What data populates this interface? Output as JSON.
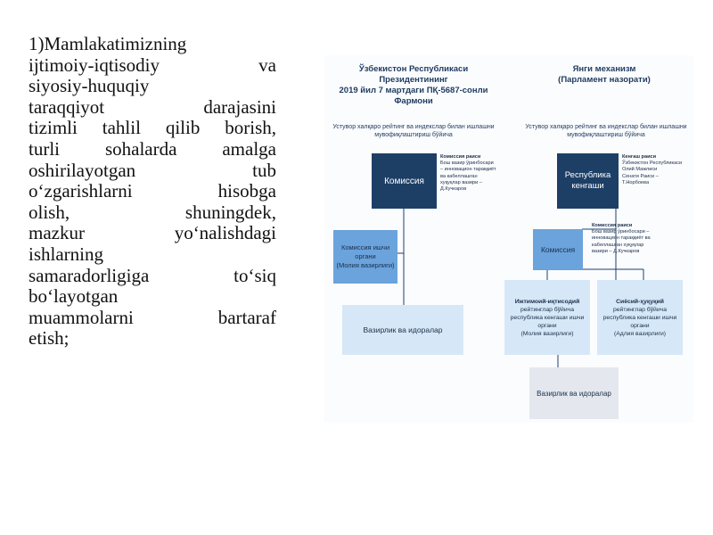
{
  "text_block": {
    "lines": [
      "1)Mamlakatimizning",
      "ijtimoiy-iqtisodiy          va",
      "siyosiy-huquqiy",
      "taraqqiyot          darajasini",
      "tizimli tahlil qilib borish,",
      "turli   sohalarda   amalga",
      "oshirilayotgan          tub",
      "o‘zgarishlarni      hisobga",
      "olish,             shuningdek,",
      "mazkur       yo‘nalishdagi",
      "ishlarning",
      "samaradorligiga    to‘siq",
      "bo‘layotgan",
      "muammolarni       bartaraf",
      "etish;"
    ]
  },
  "diagram": {
    "left_header": [
      "Ўзбекистон Республикаси Президентининг",
      "2019 йил 7 мартдаги ПҚ-5687-сонли Фармони"
    ],
    "right_header": [
      "Янги механизм",
      "(Парламент назорати)"
    ],
    "left_subtitle": [
      "Устувор халқаро рейтинг ва индекслар билан ишлашни",
      "мувофиқлаштириш бўйича"
    ],
    "right_subtitle": [
      "Устувор халқаро рейтинг ва индекслар билан ишлашни",
      "мувофиқлаштириш бўйича"
    ],
    "left_main_box": "Комиссия",
    "left_main_note": {
      "title": "Комиссия раиси",
      "lines": [
        "Бош вазир ўринбосари",
        "– инновацион тараққиёт",
        "ва кабеллашган",
        "хуқуқлар вазири –",
        "Д.Кучкаров"
      ]
    },
    "left_work_box": [
      "Комиссия ишчи",
      "органи",
      "(Молия вазирлиги)"
    ],
    "left_bottom_box": "Вазирлик ва идоралар",
    "right_main_box": [
      "Республика",
      "кенгаши"
    ],
    "right_main_note": {
      "title": "Кенгаш раиси",
      "lines": [
        "Ўзбекистон Республикаси",
        "Олий Мажлиси",
        "Сенати Раиси –",
        "Т.Норбоева"
      ]
    },
    "right_commission_box": "Комиссия",
    "right_commission_note": {
      "title": "Комиссия раиси",
      "lines": [
        "Бош вазир ўринбосари –",
        "инновацион тараққиёт ва",
        "кабеллашган хуқуқлар",
        "вазири – Д.Кучкаров"
      ]
    },
    "right_econ_box": [
      "Ижтимоий-иқтисодий",
      "рейтинглар бўйича",
      "республика кенгаши ишчи",
      "органи",
      "(Молия вазирлиги)"
    ],
    "right_legal_box": [
      "Сиёсий-ҳуқуқий",
      "рейтинглар бўйича",
      "республика кенгаши ишчи",
      "органи",
      "(Адлия вазирлиги)"
    ],
    "right_bottom_box": "Вазирлик ва идоралар",
    "colors": {
      "dark": "#1d3f66",
      "light": "#6ba3dc",
      "pale": "#d6e8f7",
      "grey": "#e4e8ee",
      "line": "#1d3f66"
    }
  }
}
